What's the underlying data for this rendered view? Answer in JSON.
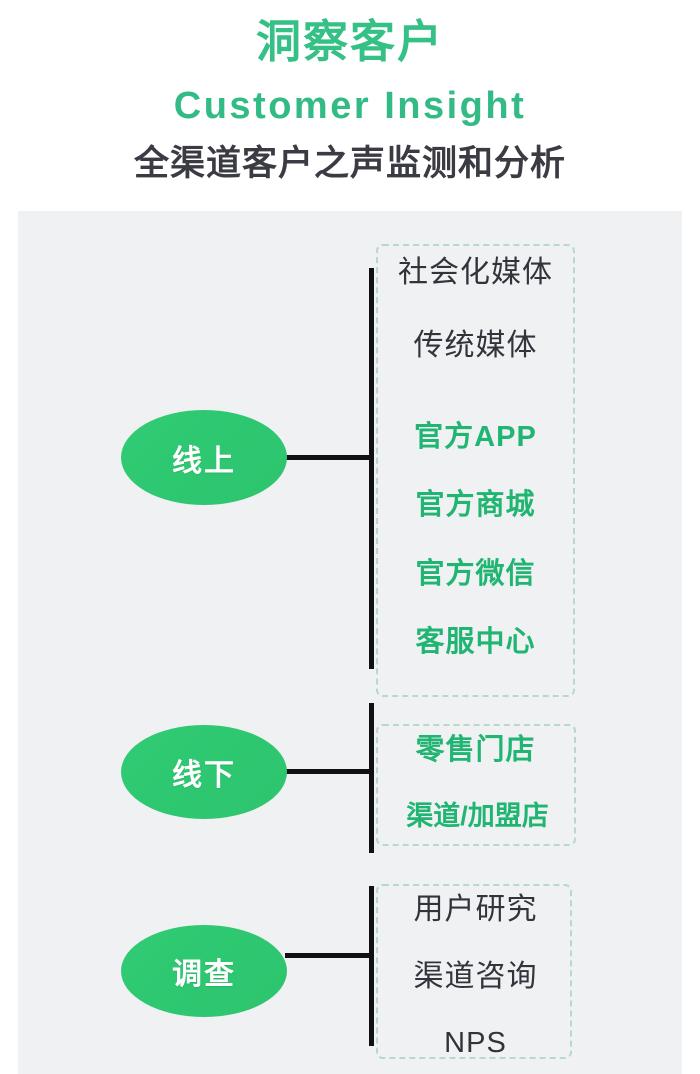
{
  "header": {
    "title_cn": "洞察客户",
    "title_en": "Customer Insight",
    "subtitle_cn": "全渠道客户之声监测和分析",
    "accent_color": "#35c185",
    "subtitle_color": "#3b3b44"
  },
  "diagram": {
    "card_background": "#f0f1f2",
    "node_color": "#2ecc71",
    "connector_color": "#111114",
    "dash_border_color": "#b9d7cd",
    "groups": [
      {
        "id": "online",
        "node_label": "线上",
        "items": [
          {
            "text": "社会化媒体",
            "style": "plain"
          },
          {
            "text": "传统媒体",
            "style": "plain"
          },
          {
            "text": "官方APP",
            "style": "green"
          },
          {
            "text": "官方商城",
            "style": "green"
          },
          {
            "text": "官方微信",
            "style": "green"
          },
          {
            "text": "客服中心",
            "style": "green"
          }
        ]
      },
      {
        "id": "offline",
        "node_label": "线下",
        "items": [
          {
            "text": "零售门店",
            "style": "green"
          },
          {
            "text": "渠道/加盟店",
            "style": "green-wide"
          }
        ]
      },
      {
        "id": "survey",
        "node_label": "调查",
        "items": [
          {
            "text": "用户研究",
            "style": "plain"
          },
          {
            "text": "渠道咨询",
            "style": "plain"
          },
          {
            "text": "NPS",
            "style": "nps"
          }
        ]
      }
    ]
  }
}
